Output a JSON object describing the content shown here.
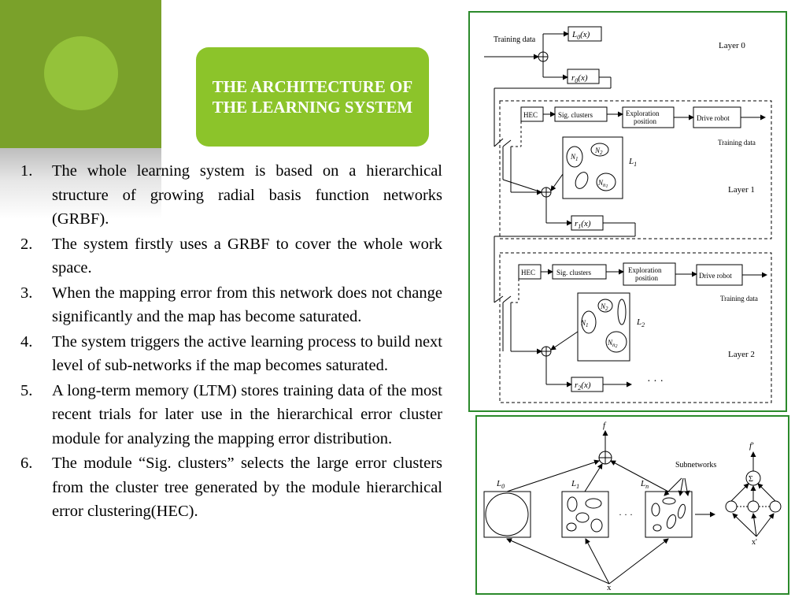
{
  "slide": {
    "title": "THE ARCHITECTURE OF THE LEARNING SYSTEM",
    "points": [
      {
        "num": "1.",
        "text": "The whole learning system is based on a hierarchical structure of growing radial basis function networks (GRBF)."
      },
      {
        "num": "2.",
        "text": "The system firstly uses a GRBF to cover the whole work space."
      },
      {
        "num": "3.",
        "text": "When the mapping error from this network does not change significantly and the map has become saturated."
      },
      {
        "num": "4.",
        "text": "The system triggers the active learning process to build next level of sub-networks if the map becomes saturated."
      },
      {
        "num": "5.",
        "text": "A long-term memory (LTM) stores training data of the most recent trials for later use in the hierarchical error cluster module for analyzing the mapping error distribution."
      },
      {
        "num": "6.",
        "text": "The module “Sig. clusters” selects the large error clusters from the cluster tree generated by the module hierarchical error clustering(HEC)."
      }
    ]
  },
  "figure_top": {
    "training_data": "Training data",
    "l0": "L",
    "l0_sub": "0",
    "l0_arg": "(x)",
    "r0": "r",
    "r0_sub": "0",
    "r0_arg": "(x)",
    "layer0": "Layer 0",
    "layer1": "Layer 1",
    "layer2": "Layer 2",
    "hec": "HEC",
    "sig_clusters": "Sig. clusters",
    "exploration_1": "Exploration",
    "exploration_2": "position",
    "drive_robot": "Drive robot",
    "training_data_r": "Training data",
    "L1": "L",
    "L1_sub": "1",
    "L2": "L",
    "L2_sub": "2",
    "N": "N",
    "n1": "1",
    "n2": "2",
    "nn1": "n",
    "nn1b": "1",
    "nn2b": "2",
    "r1": "r",
    "r1_sub": "1",
    "r1_arg": "(x)",
    "r2": "r",
    "r2_sub": "2",
    "r2_arg": "(x)",
    "dots": "· · ·"
  },
  "figure_bottom": {
    "f": "f",
    "f_prime": "f'",
    "L0": "L",
    "L0_sub": "0",
    "L1": "L",
    "L1_sub": "1",
    "Ln": "L",
    "Ln_sub": "n",
    "subnetworks": "Subnetworks",
    "x": "x",
    "x_prime": "x'",
    "dots": "· · ·",
    "sigma": "Σ"
  },
  "colors": {
    "accent_green": "#8cc42a",
    "dark_green": "#7aa12a",
    "frame_green": "#2b8a2b"
  }
}
